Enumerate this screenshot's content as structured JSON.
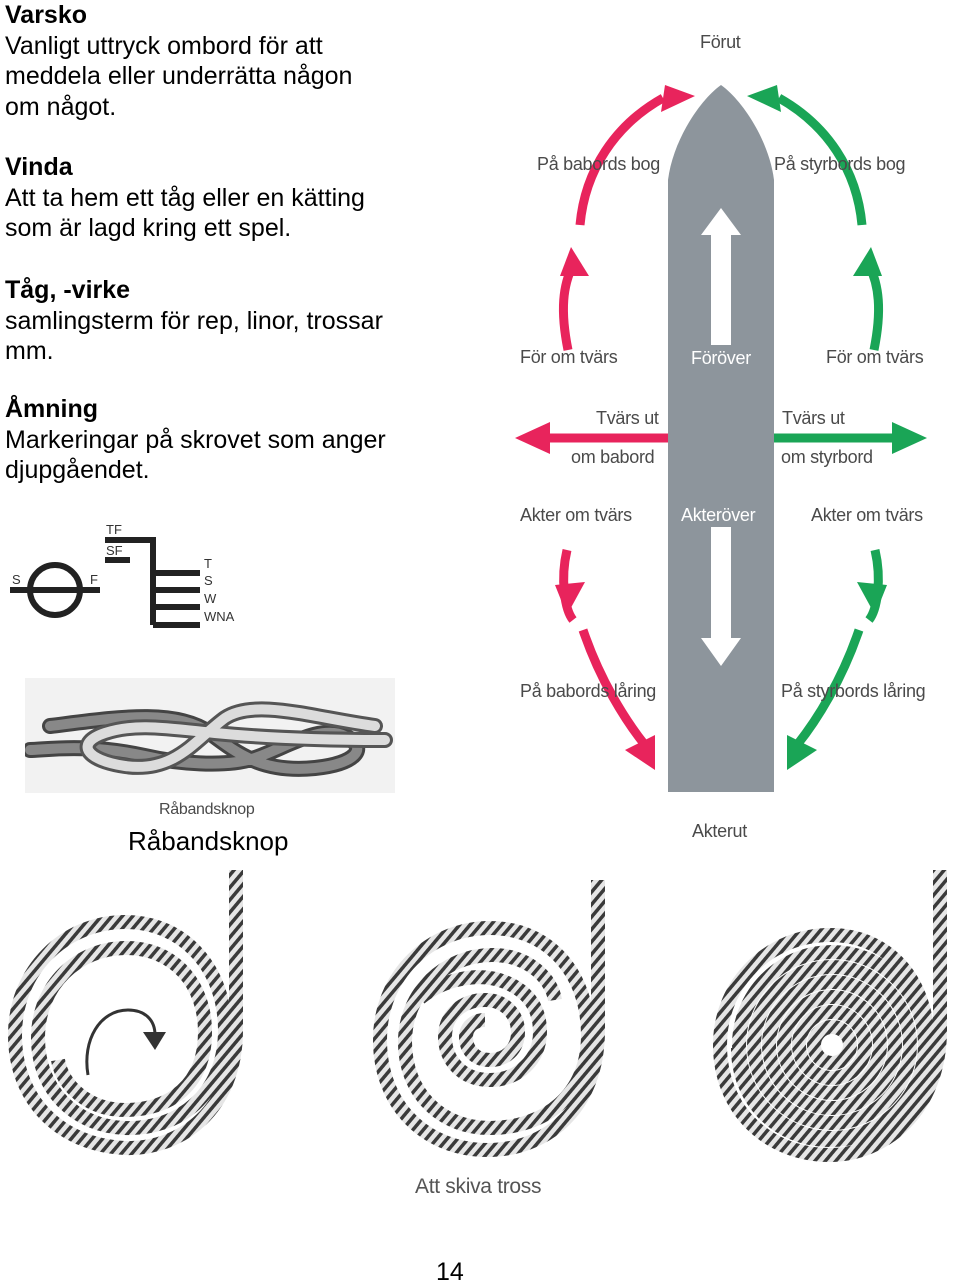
{
  "glossary": [
    {
      "term": "Varsko",
      "definition": "Vanligt uttryck ombord för att meddela eller underrätta någon om något."
    },
    {
      "term": "Vinda",
      "definition": "Att ta hem ett tåg eller en kätting som är lagd kring ett spel."
    },
    {
      "term": "Tåg, -virke",
      "definition": "samlingsterm för rep, linor, trossar mm."
    },
    {
      "term": "Åmning",
      "definition": "Markeringar på skrovet som anger djupgåendet."
    }
  ],
  "draft_marks": {
    "s": "S",
    "f": "F",
    "tf": "TF",
    "sf": "SF",
    "t": "T",
    "s2": "S",
    "w": "W",
    "wna": "WNA"
  },
  "knot": {
    "small_label": "Råbandsknop",
    "caption": "Råbandsknop"
  },
  "directions": {
    "forut": "Förut",
    "akterut": "Akterut",
    "babords_bog": "På babords bog",
    "styrbords_bog": "På styrbords bog",
    "for_om_tvars_left": "För om tvärs",
    "for_om_tvars_right": "För om tvärs",
    "forover": "Föröver",
    "akterover": "Akteröver",
    "tvars_ut_babord_1": "Tvärs ut",
    "tvars_ut_babord_2": "om babord",
    "tvars_ut_styrbord_1": "Tvärs ut",
    "tvars_ut_styrbord_2": "om styrbord",
    "akter_om_tvars_left": "Akter om tvärs",
    "akter_om_tvars_right": "Akter om tvärs",
    "babords_laring": "På babords låring",
    "styrbords_laring": "På styrbords låring",
    "colors": {
      "port": "#e8245c",
      "starboard": "#1aa556",
      "hull": "#8d959c"
    }
  },
  "rope": {
    "caption": "Att skiva tross"
  },
  "page_number": "14"
}
